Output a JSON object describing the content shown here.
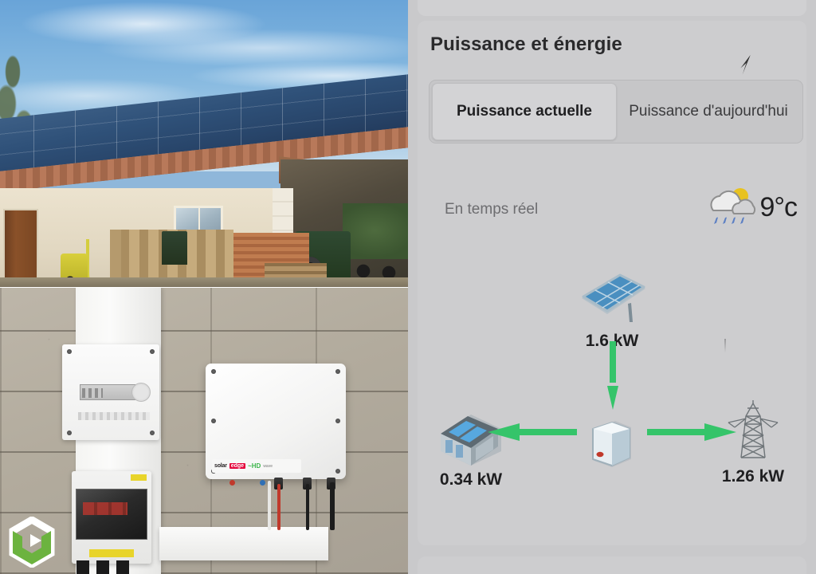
{
  "app": {
    "card_title": "Puissance et énergie",
    "tabs": [
      {
        "label": "Puissance actuelle",
        "active": true
      },
      {
        "label": "Puissance d'aujourd'hui",
        "active": false
      }
    ],
    "realtime_label": "En temps réel",
    "weather": {
      "temperature": "9°c",
      "icon": "sun-behind-rain-cloud-icon"
    },
    "flow": {
      "solar": {
        "label": "1.6 kW",
        "icon": "solar-panel-icon"
      },
      "home": {
        "label": "0.34 kW",
        "icon": "house-icon"
      },
      "grid": {
        "label": "1.26 kW",
        "icon": "transmission-tower-icon"
      },
      "inverter": {
        "icon": "inverter-icon"
      },
      "arrows": [
        {
          "name": "solar-to-inverter",
          "direction": "down"
        },
        {
          "name": "inverter-to-home",
          "direction": "left"
        },
        {
          "name": "inverter-to-grid",
          "direction": "right"
        }
      ]
    },
    "colors": {
      "accent_green": "#35c46a",
      "panel_bg": "#c9c9cb",
      "card_bg": "#cdcdcf",
      "active_tab_bg": "#d3d3d5",
      "title_text": "#2a2a2c",
      "muted_text": "#6d6d70"
    }
  },
  "photos": {
    "top": {
      "name": "house-with-rooftop-solar-array-photo",
      "caption": ""
    },
    "bottom": {
      "name": "solaredge-inverter-on-block-wall-photo",
      "inverter_brand": {
        "solar": "solar",
        "edge": "edge",
        "hd": "HD",
        "hd_prefix": "~",
        "wave": "wave"
      }
    },
    "logo": {
      "name": "hexagon-company-logo",
      "alt": ""
    }
  }
}
